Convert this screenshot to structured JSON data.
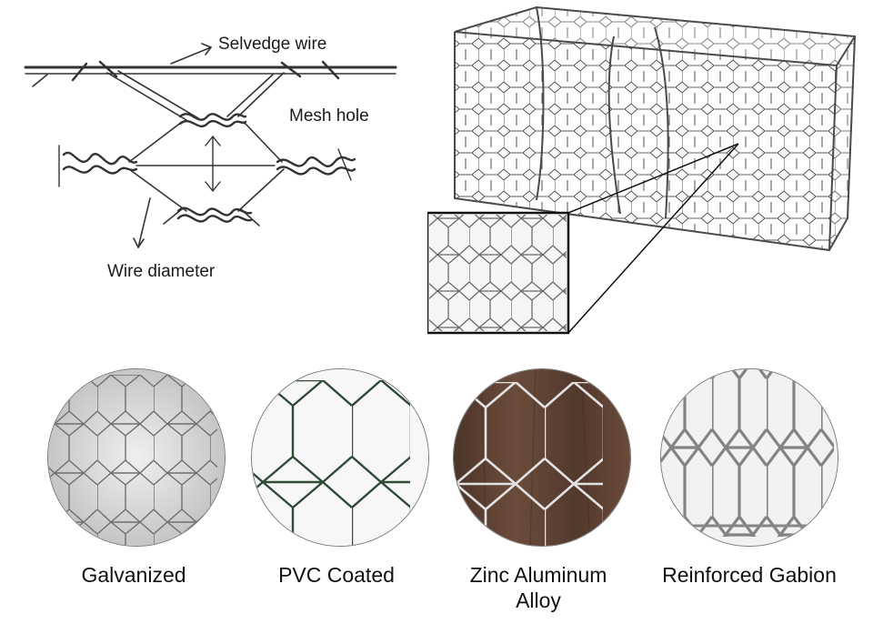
{
  "diagram": {
    "labels": {
      "selvedge": "Selvedge wire",
      "mesh_hole": "Mesh hole",
      "wire_diameter": "Wire diameter"
    }
  },
  "samples": [
    {
      "caption_line1": "Galvanized",
      "caption_line2": "",
      "background": "#dcdcdc",
      "wire": "#6e6e6e"
    },
    {
      "caption_line1": "PVC Coated",
      "caption_line2": "",
      "background": "#f4f4f4",
      "wire": "#2f4a36"
    },
    {
      "caption_line1": "Zinc Aluminum",
      "caption_line2": "Alloy",
      "background": "#5a4033",
      "wire": "#dcdcdc"
    },
    {
      "caption_line1": "Reinforced Gabion",
      "caption_line2": "",
      "background": "#eeeeee",
      "wire": "#8a8a8a"
    }
  ]
}
